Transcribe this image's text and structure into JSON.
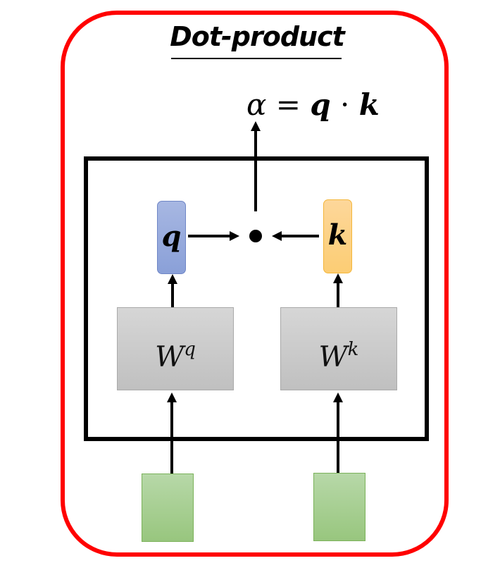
{
  "title": "Dot-product",
  "formula": {
    "lhs": "α",
    "equals": "=",
    "q": "q",
    "dot": "·",
    "k": "k"
  },
  "nodes": {
    "query": {
      "label": "q",
      "color": "#8fa3d9"
    },
    "key": {
      "label": "k",
      "color": "#fcd27f"
    },
    "wq": {
      "base": "W",
      "sup": "q"
    },
    "wk": {
      "base": "W",
      "sup": "k"
    },
    "input1": {
      "color": "#a8d08d"
    },
    "input2": {
      "color": "#a8d08d"
    }
  },
  "colors": {
    "frame": "#ff0000",
    "module": "#000000"
  }
}
